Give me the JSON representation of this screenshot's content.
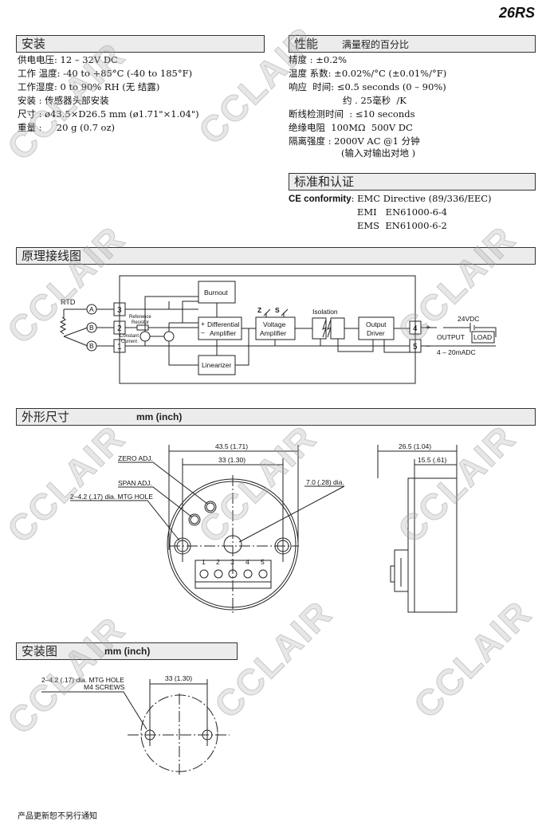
{
  "model": "26RS",
  "watermark": "CCLAIR",
  "install": {
    "title": "安装",
    "lines": [
      "供电电压: 12 – 32V DC",
      "工作 温度: -40 to +85°C (-40 to 185°F)",
      "工作湿度: 0 to 90% RH (无 结露)",
      "安装 : 传感器头部安装",
      "尺寸 : ø43.5×D26.5 mm (ø1.71\"×1.04\")",
      "重量 :     20 g (0.7 oz)"
    ]
  },
  "performance": {
    "title": "性能",
    "subtitle": "满量程的百分比",
    "lines": [
      "精度 : ±0.2%",
      "温度 系数: ±0.02%/°C (±0.01%/°F)",
      "响应  时间: ≤0.5 seconds (0 – 90%)",
      "约 . 25毫秒  /K",
      "断线检测时间  : ≤10 seconds",
      "绝缘电阻  100MΩ  500V DC",
      "隔离强度 : 2000V AC @1 分钟",
      "(输入对输出对地 )"
    ]
  },
  "standards": {
    "title": "标准和认证",
    "ce_label": "CE conformity",
    "ce_value": ": EMC Directive (89/336/EEC)",
    "emi": "EMI   EN61000-6-4",
    "ems": "EMS  EN61000-6-2"
  },
  "wiring": {
    "title": "原理接线图",
    "rtd": "RTD",
    "a": "A",
    "b": "B",
    "t1": "1",
    "t2": "2",
    "t3": "3",
    "t4": "4",
    "t5": "5",
    "reference_resistor_1": "Reference",
    "reference_resistor_2": "Resistor",
    "constant_current_1": "Constant",
    "constant_current_2": "Current",
    "burnout": "Burnout",
    "diff_amp_1": "Differential",
    "diff_amp_2": "Amplifier",
    "plus": "+",
    "minus": "–",
    "linearizer": "Linearizer",
    "z": "Z",
    "s": "S",
    "volt_amp_1": "Voltage",
    "volt_amp_2": "Amplifier",
    "isolation": "Isolation",
    "out_driver_1": "Output",
    "out_driver_2": "Driver",
    "supply": "24VDC",
    "output": "OUTPUT",
    "load": "LOAD",
    "range": "4 – 20mADC"
  },
  "dimensions": {
    "title": "外形尺寸",
    "unit": "mm (inch)",
    "zero_adj": "ZERO ADJ.",
    "span_adj": "SPAN ADJ.",
    "mtg_hole": "2–4.2 (.17) dia. MTG HOLE",
    "outer_dia": "43.5 (1.71)",
    "hole_spacing": "33 (1.30)",
    "center_hole": "7.0 (.28) dia.",
    "terminals": [
      "1",
      "2",
      "3",
      "4",
      "5"
    ],
    "depth": "26.5 (1.04)",
    "depth2": "15.5 (.61)"
  },
  "mounting": {
    "title": "安装图",
    "unit": "mm (inch)",
    "hole_1": "2–4.2 (.17) dia. MTG HOLE",
    "hole_2": "M4 SCREWS",
    "spacing": "33 (1.30)"
  },
  "footer": "产品更新恕不另行通知"
}
